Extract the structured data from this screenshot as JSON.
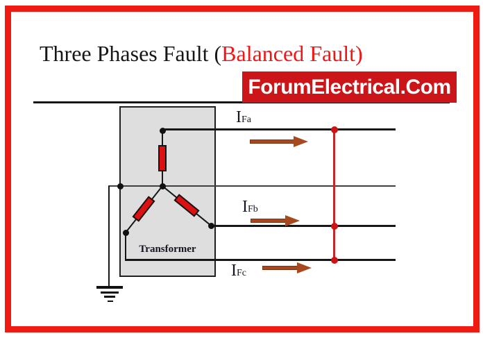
{
  "title": {
    "black_part": "Three Phases Fault (",
    "red_part": "Balanced Fault)"
  },
  "watermark": {
    "text": "ForumElectrical.Com"
  },
  "diagram": {
    "transformer_label": "Transformer",
    "connection_type": "wye-grounded",
    "currents": [
      {
        "id": "a",
        "symbol": "I",
        "subscript": "Fa"
      },
      {
        "id": "b",
        "symbol": "I",
        "subscript": "Fb"
      },
      {
        "id": "c",
        "symbol": "I",
        "subscript": "Fc"
      }
    ]
  },
  "colors": {
    "frame_red": "#ee1b12",
    "banner_red": "#cc1518",
    "title_red": "#f01616",
    "winding_red": "#dd1111",
    "fault_red": "#c42828",
    "dot_red": "#cc1414",
    "arrow_brown": "#a8481e",
    "box_gray": "#dedede"
  }
}
